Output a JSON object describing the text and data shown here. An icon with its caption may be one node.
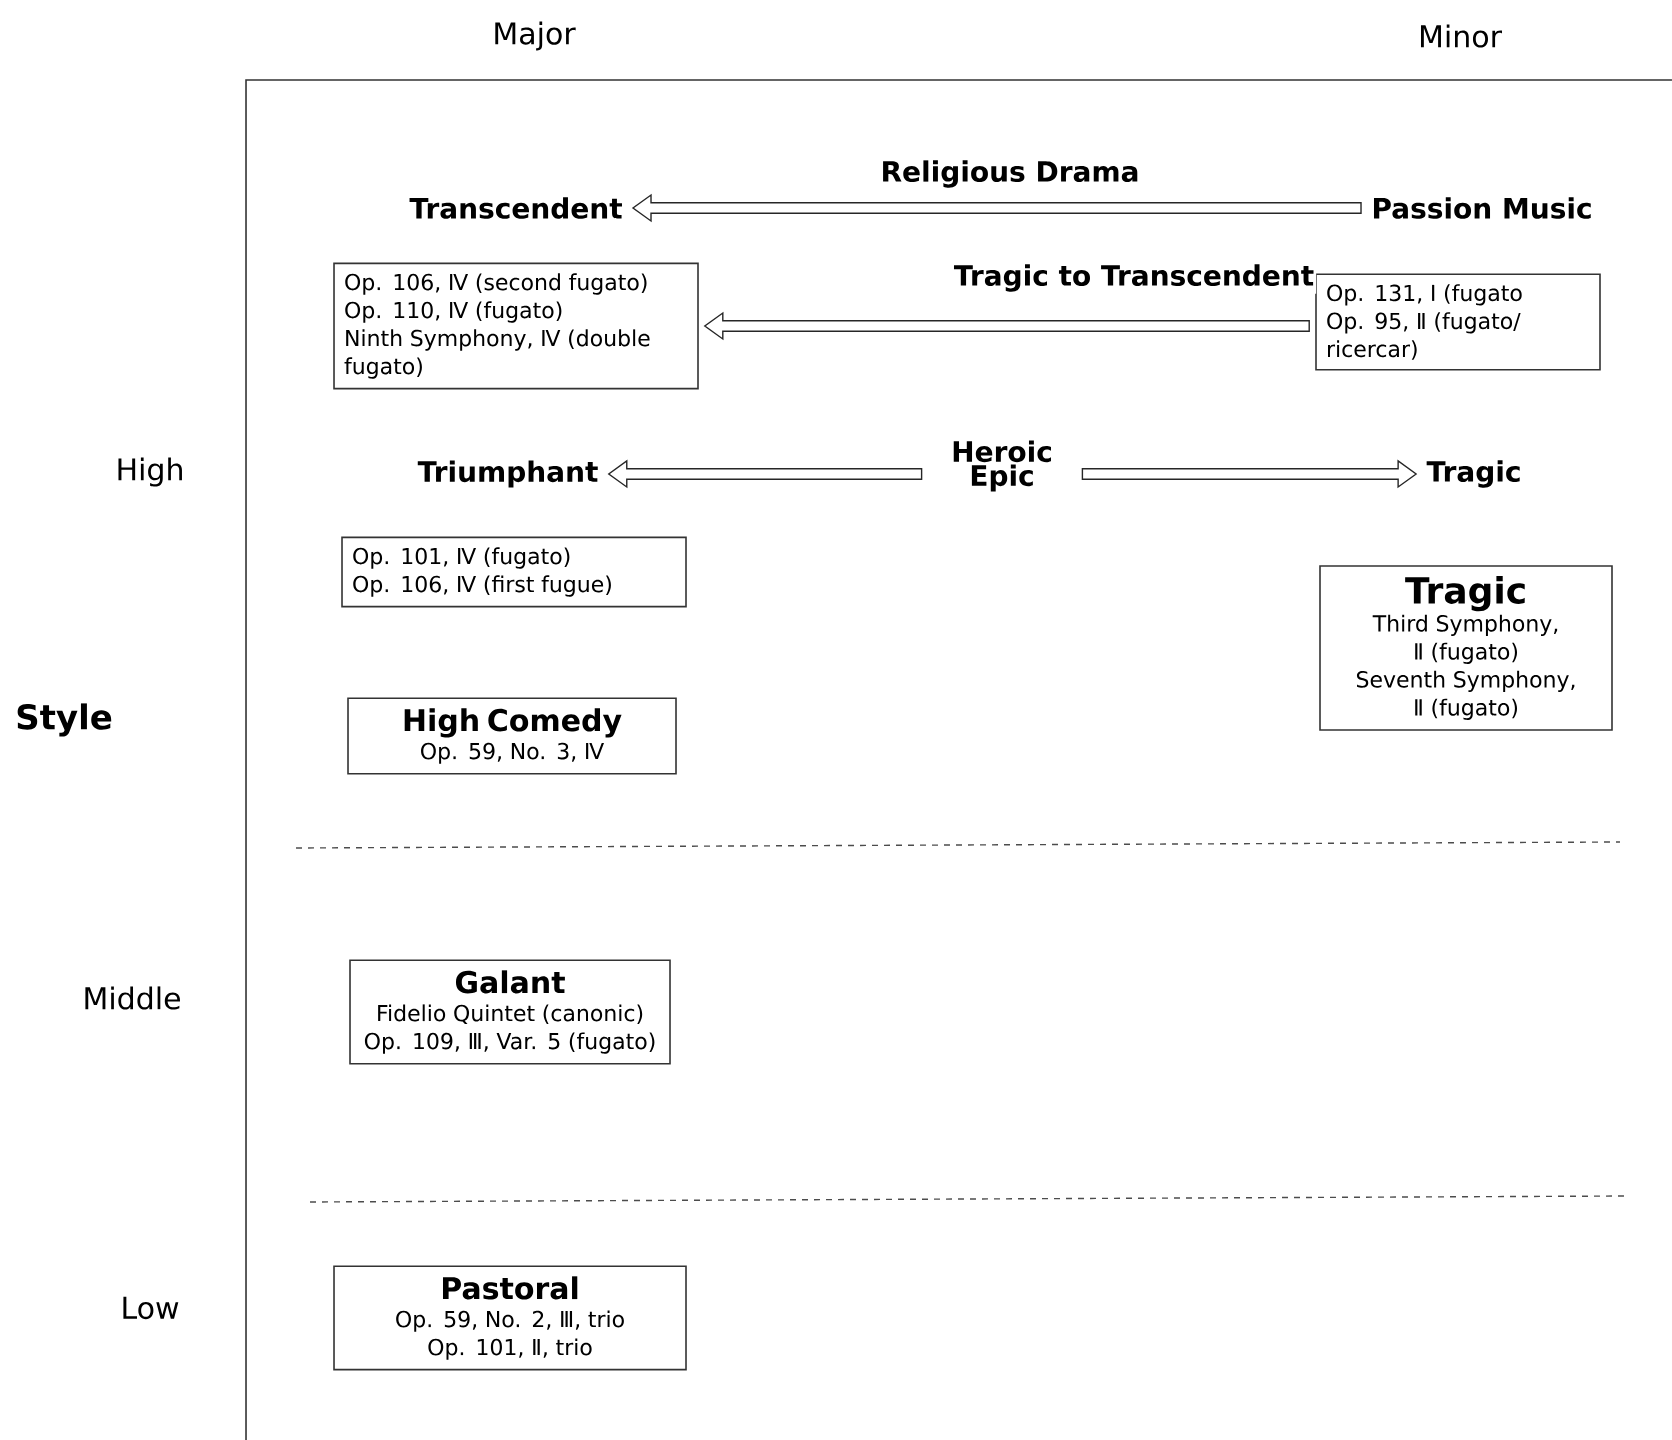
{
  "diagram": {
    "nodes": [
      {
        "text": [
          "Transcendent"
        ]
      },
      {
        "text": [
          "Passion Music"
        ]
      },
      {
        "text": [
          "Op. 106, Ⅳ (second fugato)",
          "Op. 110, Ⅳ (fugato)",
          "Ninth Symphony, Ⅳ (double fugato)"
        ]
      },
      {
        "text": [
          "Op. 131, Ⅰ (fugato",
          "Op. 95, Ⅱ (fugato/ ricercar)"
        ]
      },
      {
        "text": [
          "Triumphant"
        ]
      },
      {
        "text": [
          "Heroic Epic"
        ]
      },
      {
        "text": [
          "Tragic"
        ]
      },
      {
        "text": [
          "Op. 101, Ⅳ (fugato)",
          "Op. 106, Ⅳ (first fugue)"
        ]
      },
      {
        "text": [
          "Tragic",
          "Third Symphony, Ⅱ (fugato)",
          "Seventh Symphony, Ⅱ (fugato)"
        ]
      },
      {
        "text": [
          "High Comedy",
          "Op. 59, No. 3, Ⅳ"
        ]
      },
      {
        "text": [
          "Galant",
          "Fidelio Quintet (canonic)",
          "Op. 109, Ⅲ, Var. 5 (fugato)"
        ]
      },
      {
        "text": [
          "Pastoral",
          "Op. 59, No. 2, Ⅲ, trio",
          "Op. 101, Ⅱ, trio"
        ]
      }
    ],
    "edges": [
      {
        "from": 1,
        "to": 0,
        "arrow": "to",
        "label": "Religious Drama"
      },
      {
        "from": 3,
        "to": 2,
        "arrow": "to",
        "label": "Tragic to Transcendent"
      },
      {
        "from": 5,
        "to": 4,
        "arrow": "to"
      },
      {
        "from": 5,
        "to": 6,
        "arrow": "to"
      }
    ],
    "labels": [
      "Major",
      "Minor",
      "High",
      "Style",
      "Middle",
      "Low"
    ]
  }
}
